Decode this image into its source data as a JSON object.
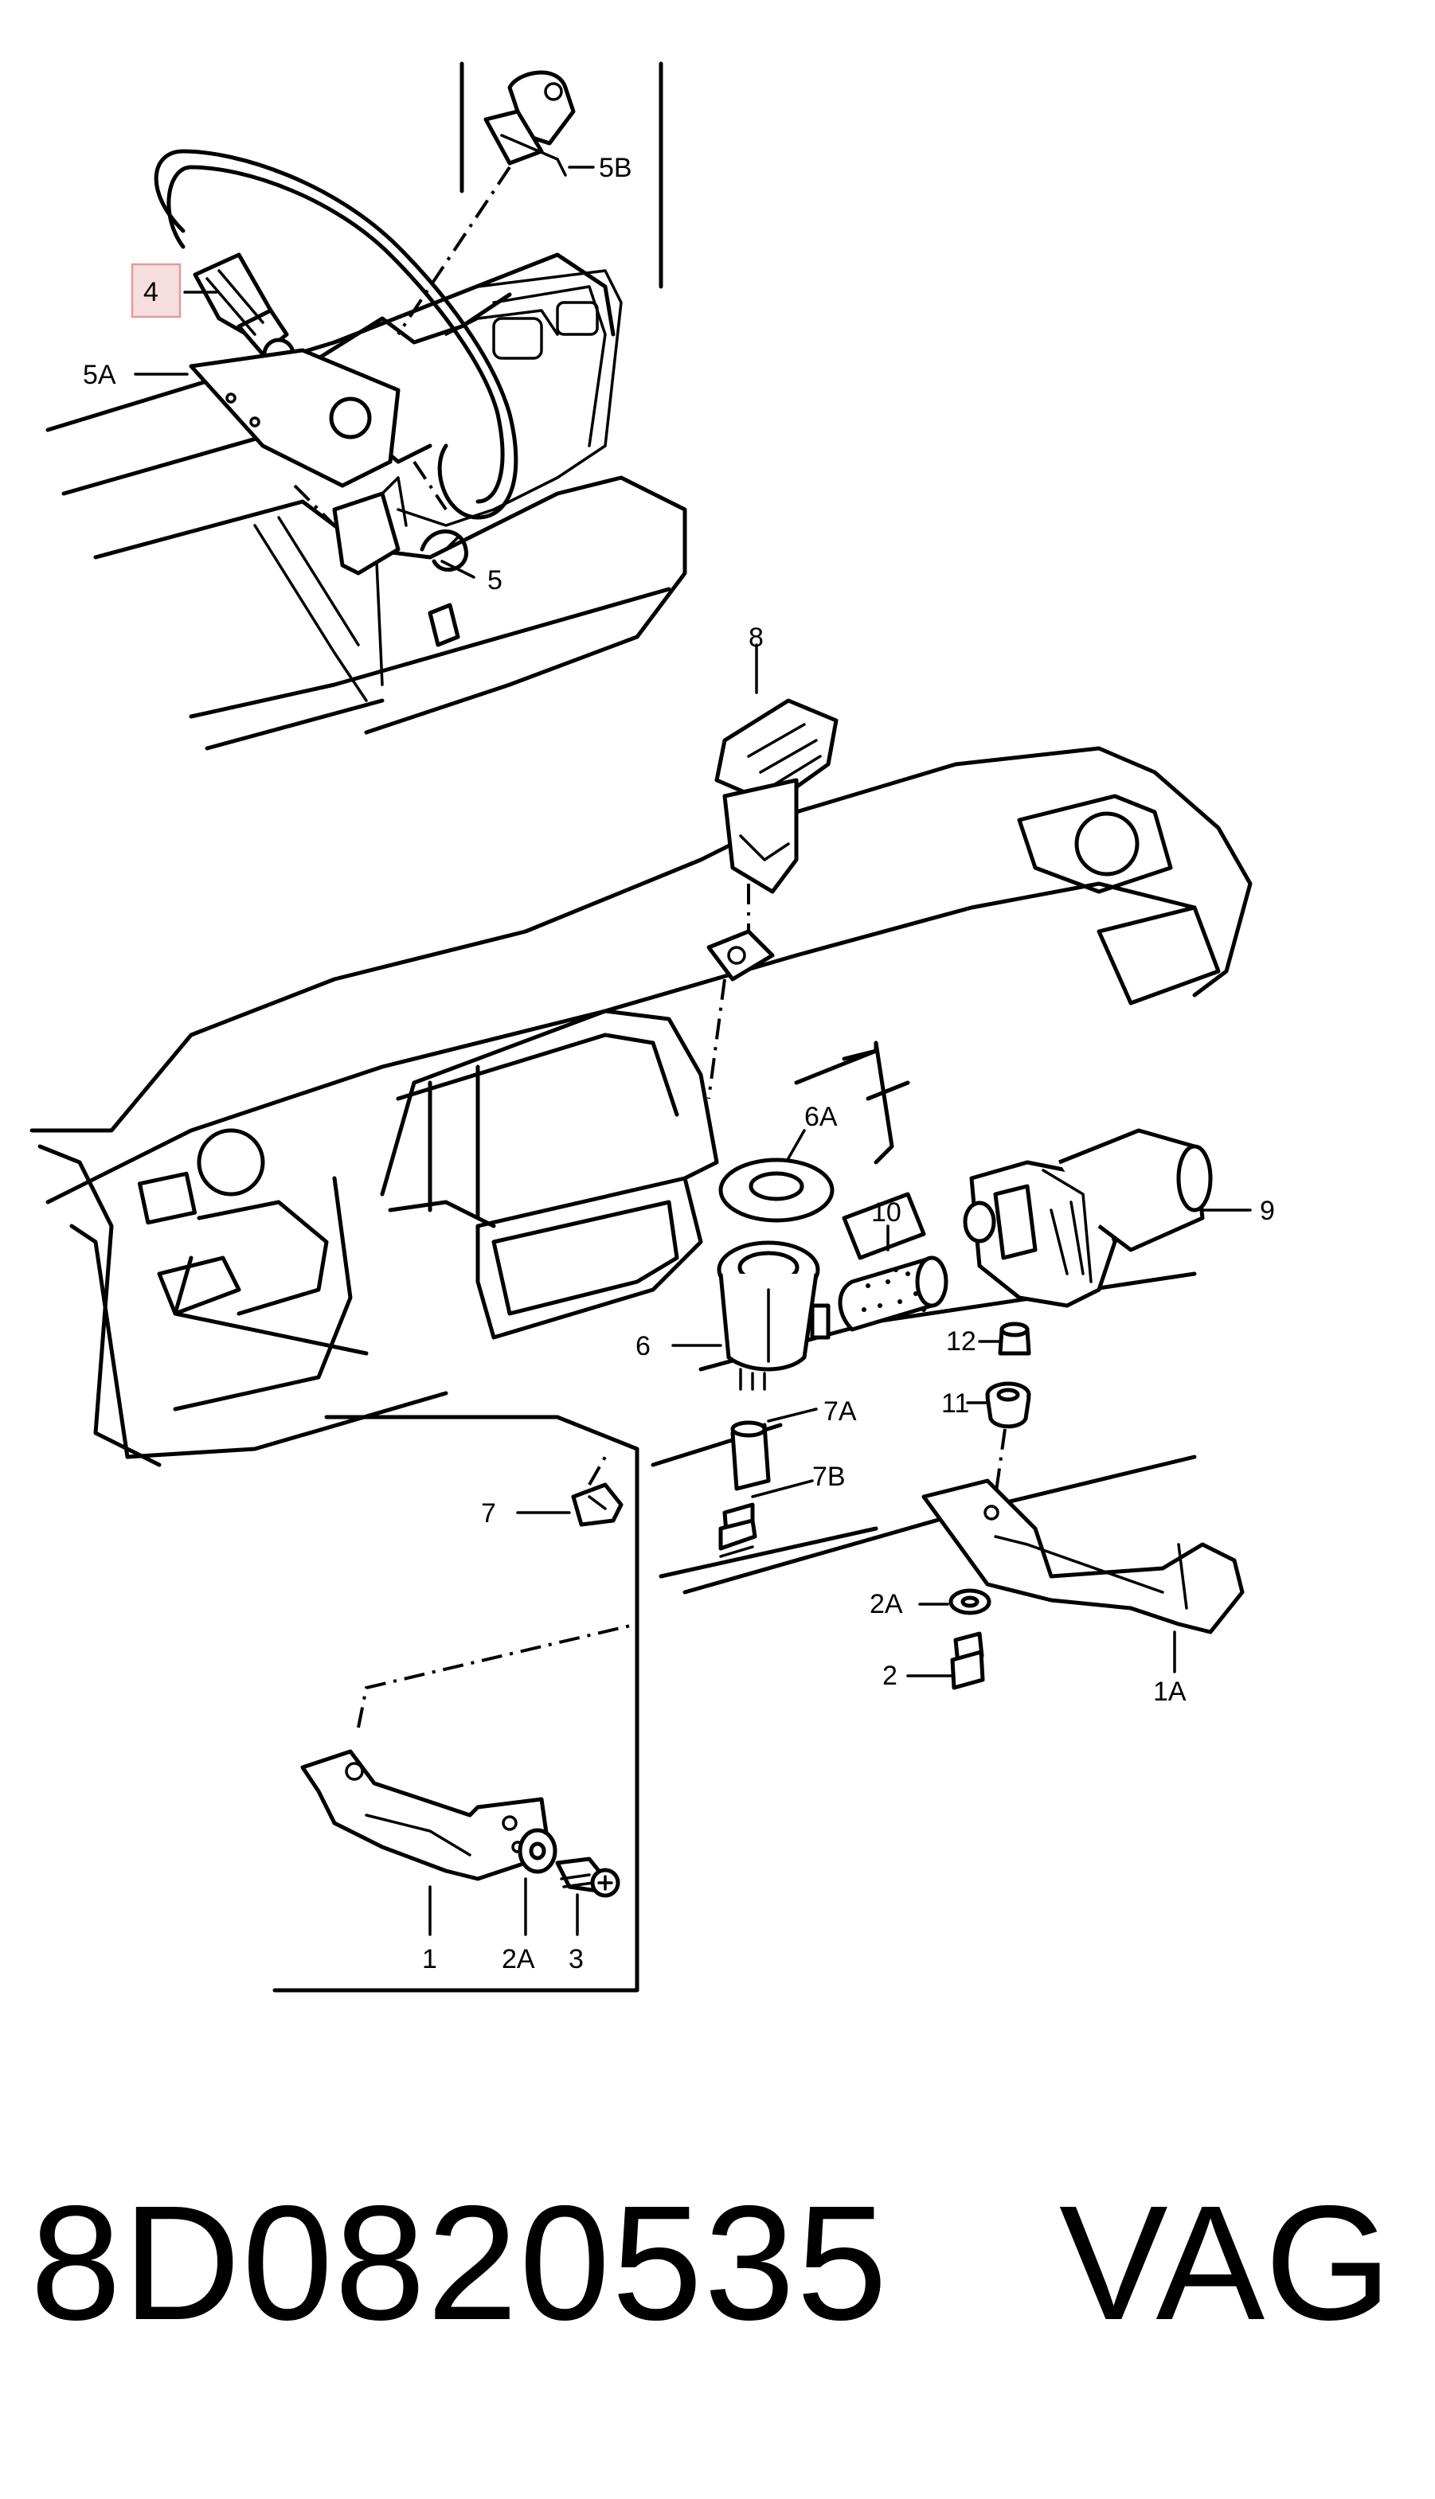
{
  "diagram": {
    "callouts": {
      "c4": "4",
      "c5a": "5A",
      "c5b": "5B",
      "c5": "5",
      "c8": "8",
      "c6a": "6A",
      "c10": "10",
      "c9": "9",
      "c6": "6",
      "c12": "12",
      "c11": "11",
      "c7a": "7A",
      "c7b": "7B",
      "c7": "7",
      "c2a_right": "2A",
      "c2_right": "2",
      "c1a": "1A",
      "c1": "1",
      "c2a_bottom": "2A",
      "c3": "3"
    },
    "highlighted_callout": "4",
    "highlight_color": "#f7dede"
  },
  "caption": {
    "part_number": "8D0820535",
    "brand": "VAG"
  }
}
